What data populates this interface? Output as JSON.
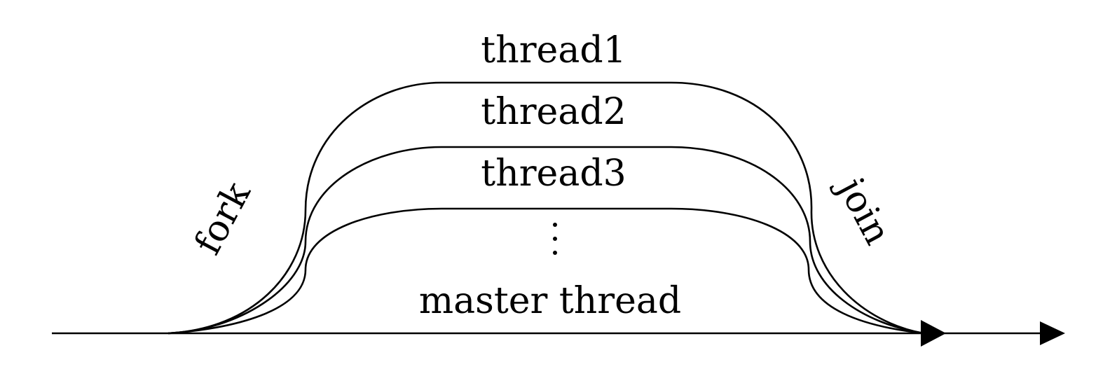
{
  "labels": {
    "thread1": "thread1",
    "thread2": "thread2",
    "thread3": "thread3",
    "master": "master thread",
    "fork": "fork",
    "join": "join"
  },
  "more_threads_indicator": "vertical-ellipsis",
  "colors": {
    "line": "#000000",
    "background": "#ffffff"
  }
}
